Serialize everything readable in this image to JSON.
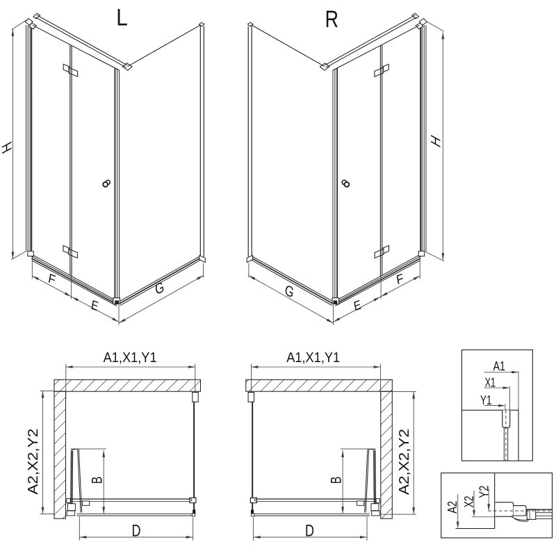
{
  "diagram": {
    "background": "#ffffff",
    "stroke": "#1c1c1c",
    "dim_stroke": "#3c3c3c",
    "views": {
      "perspective_left": {
        "label": "L",
        "height_dim": "H",
        "panel_dim": "F",
        "door_dim": "E",
        "side_dim": "G"
      },
      "perspective_right": {
        "label": "R",
        "height_dim": "H",
        "panel_dim": "F",
        "door_dim": "E",
        "side_dim": "G"
      },
      "plan_left": {
        "width_dim": "A1,X1,Y1",
        "depth_dim": "A2,X2,Y2",
        "door_projection_dim": "B",
        "entry_dim": "D"
      },
      "plan_right": {
        "width_dim": "A1,X1,Y1",
        "depth_dim": "A2,X2,Y2",
        "door_projection_dim": "B",
        "entry_dim": "D"
      },
      "detail_width_profile": {
        "dim_a": "A1",
        "dim_x": "X1",
        "dim_y": "Y1"
      },
      "detail_depth_profile": {
        "dim_a": "A2",
        "dim_x": "X2",
        "dim_y": "Y2"
      }
    }
  }
}
